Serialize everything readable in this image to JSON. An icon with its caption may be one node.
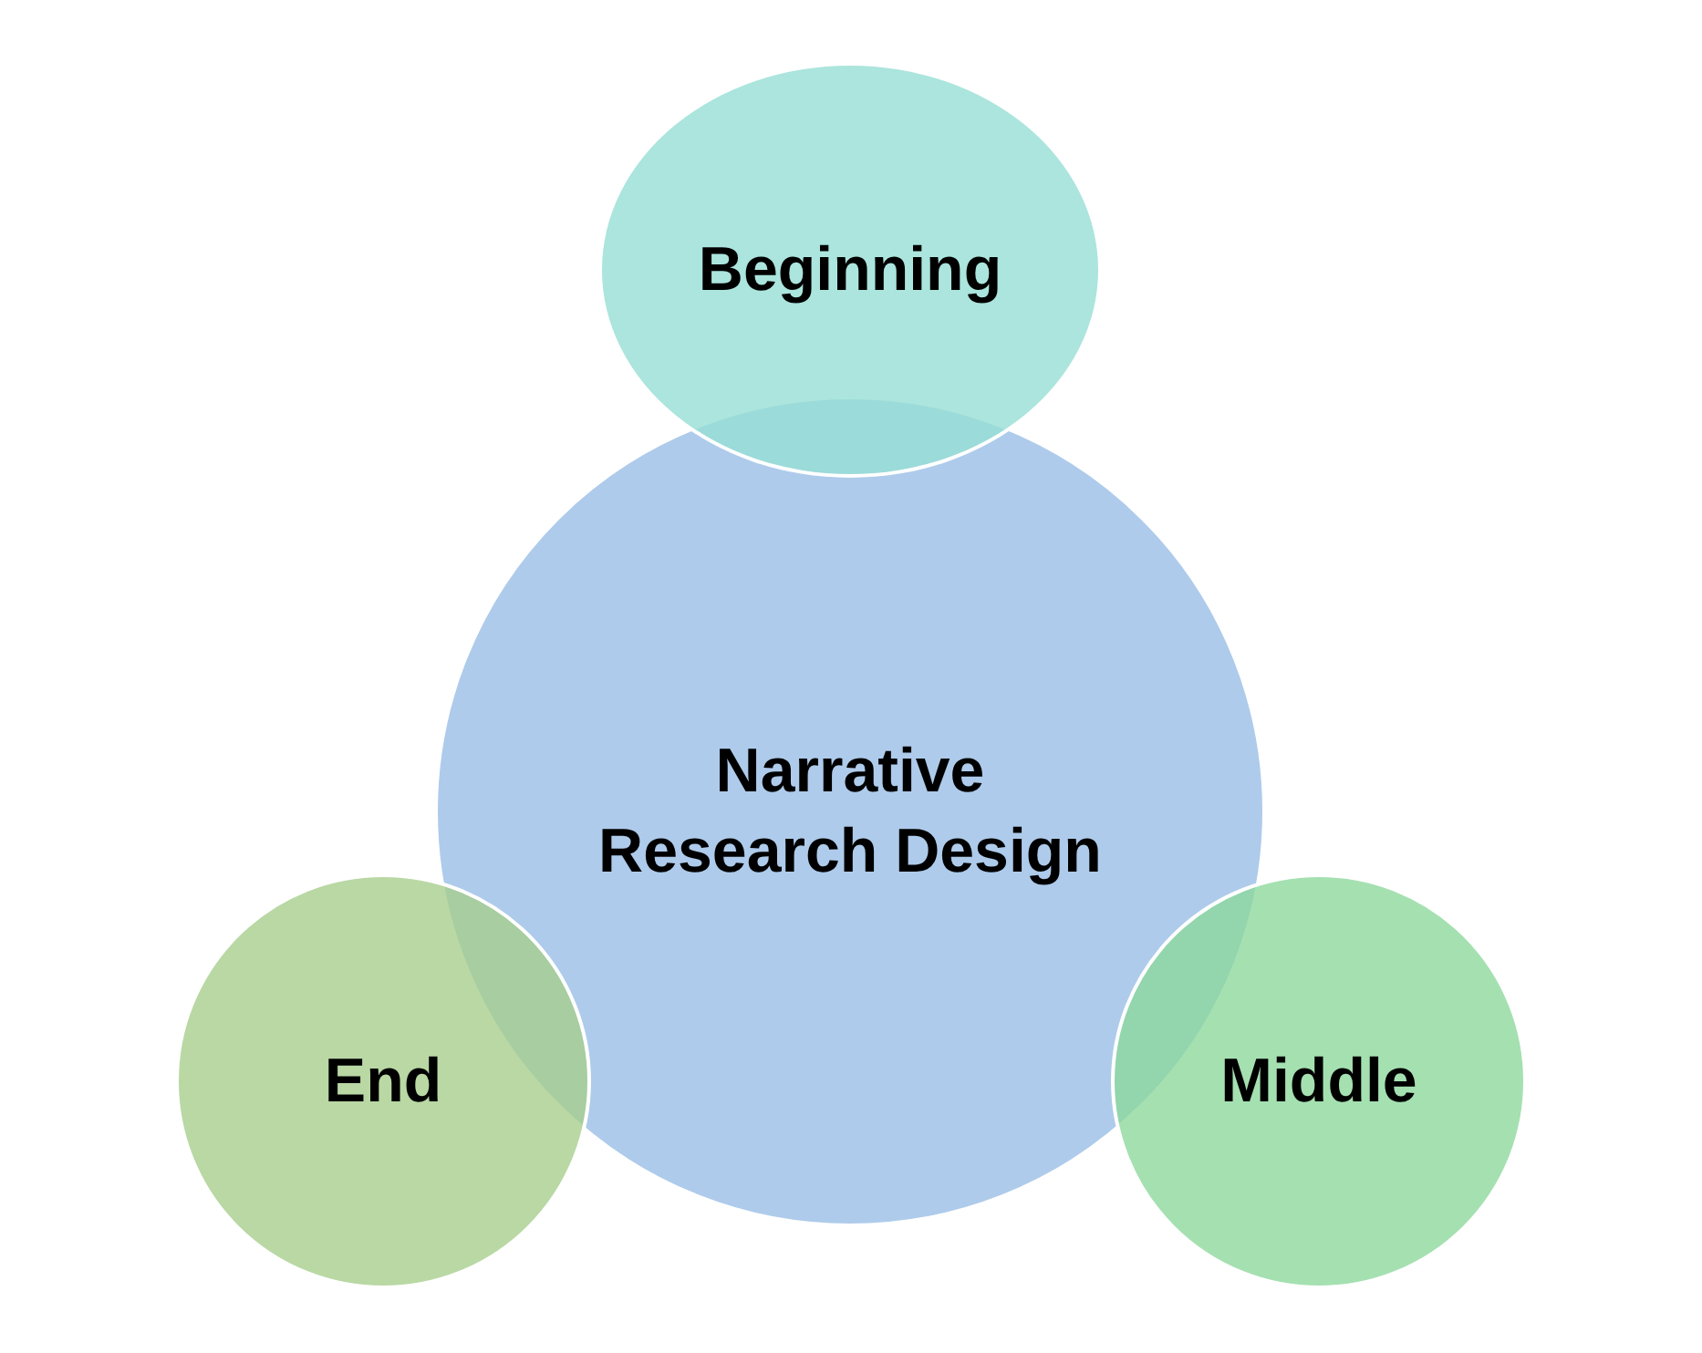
{
  "diagram": {
    "nodes": [
      {
        "text": [
          "Beginning"
        ]
      },
      {
        "text": [
          "Narrative Research Design"
        ]
      },
      {
        "text": [
          "End"
        ]
      },
      {
        "text": [
          "Middle"
        ]
      }
    ]
  }
}
